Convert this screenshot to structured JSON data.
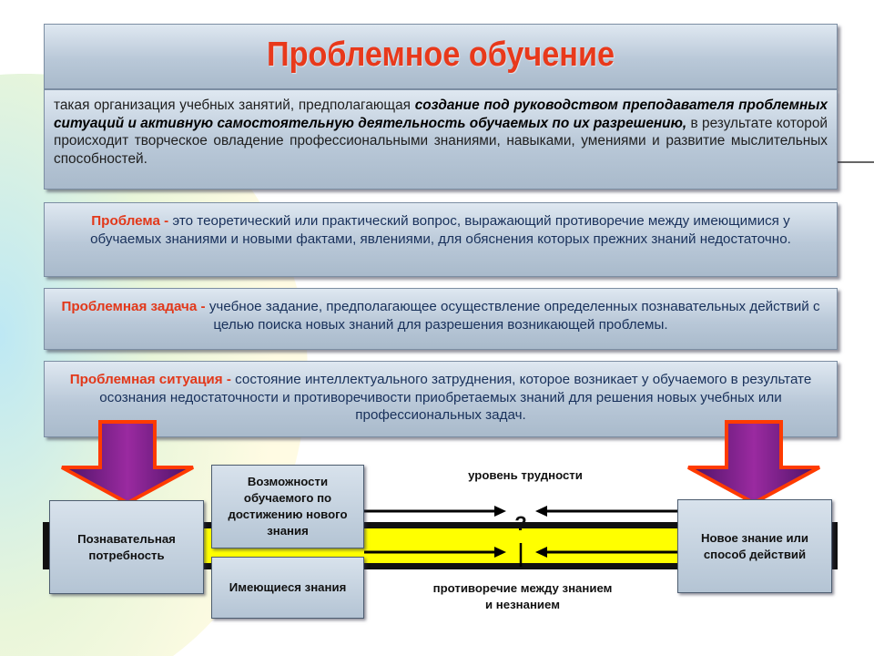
{
  "title": "Проблемное обучение",
  "definition": {
    "part1": "такая организация учебных занятий, предполагающая ",
    "emphasis": "создание под руководством преподавателя проблемных ситуаций и активную самостоятельную деятельность обучаемых по их разрешению,",
    "part2": " в результате которой происходит творческое овладение профессиональными знаниями, навыками, умениями и развитие мыслительных способностей."
  },
  "terms": [
    {
      "term": "Проблема",
      "sep": " - ",
      "text": "это теоретический или практический вопрос, выражающий противоречие между имеющимися у обучаемых знаниями и новыми фактами, явлениями, для обяснения которых прежних знаний недостаточно."
    },
    {
      "term": "Проблемная задача",
      "sep": " - ",
      "text": "учебное задание, предполагающее осуществление определенных познавательных действий с целью поиска новых знаний для разрешения возникающей проблемы."
    },
    {
      "term": "Проблемная ситуация",
      "sep": "  - ",
      "text": "состояние интеллектуального затруднения, которое возникает у обучаемого в результате осознания недостаточности и противоречивости приобретаемых знаний для решения новых учебных или профессиональных задач."
    }
  ],
  "diagram": {
    "need": "Познавательная потребность",
    "possibilities": "Возможности обучаемого по достижению нового знания",
    "existing": "Имеющиеся знания",
    "new_knowledge": "Новое знание или способ действий",
    "difficulty_level": "уровень трудности",
    "contradiction": "противоречие между знанием и незнанием",
    "question_mark": "?"
  },
  "colors": {
    "title": "#e8391b",
    "term": "#e2381a",
    "body_text": "#18305a",
    "band": "#ffff00",
    "arrow_fill": "#7a1f8c",
    "arrow_outline": "#ff3300"
  }
}
